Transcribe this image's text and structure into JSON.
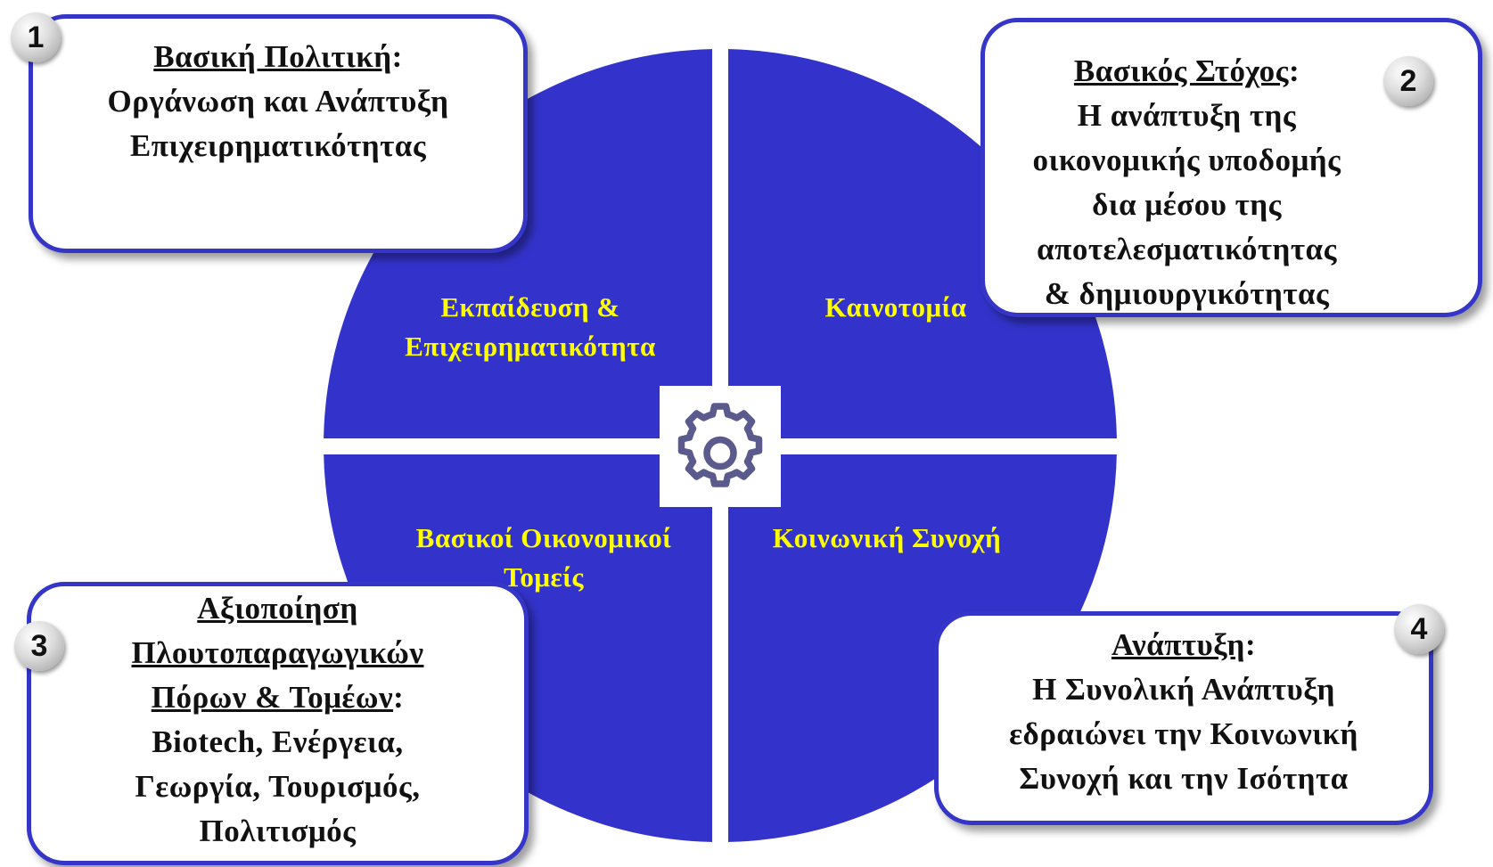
{
  "quadrants": {
    "top_left": {
      "line1": "Εκπαίδευση &",
      "line2": "Επιχειρηματικότητα"
    },
    "top_right": {
      "line1": "Καινοτομία"
    },
    "bottom_left": {
      "line1": "Βασικοί Οικονομικοί",
      "line2": "Τομείς"
    },
    "bottom_right": {
      "line1": "Κοινωνική Συνοχή"
    }
  },
  "center_icon": "gear-icon",
  "callouts": {
    "c1": {
      "number": "1",
      "heading": "Βασική Πολιτική",
      "colon": ":",
      "lines": [
        "Οργάνωση και Ανάπτυξη",
        "Επιχειρηματικότητας"
      ]
    },
    "c2": {
      "number": "2",
      "heading": "Βασικός Στόχος",
      "colon": ":",
      "lines": [
        "Η ανάπτυξη της",
        "οικονομικής υποδομής",
        "δια μέσου της",
        "αποτελεσματικότητας",
        "& δημιουργικότητας"
      ]
    },
    "c3": {
      "number": "3",
      "heading_lines": [
        "Αξιοποίηση",
        "Πλουτοπαραγωγικών",
        "Πόρων & Τομέων"
      ],
      "colon": ":",
      "lines": [
        "Biotech, Ενέργεια,",
        "Γεωργία, Τουρισμός,",
        "Πολιτισμός"
      ]
    },
    "c4": {
      "number": "4",
      "heading": "Ανάπτυξη",
      "colon": ":",
      "lines": [
        "Η Συνολική Ανάπτυξη",
        "εδραιώνει την Κοινωνική",
        "Συνοχή και την Ισότητα"
      ]
    }
  },
  "colors": {
    "wheel_fill": "#3333cc",
    "divider": "#ffffff",
    "quadrant_text": "#FFFF00",
    "callout_border": "#3535c8",
    "gear_stroke": "#5a5a8c"
  }
}
